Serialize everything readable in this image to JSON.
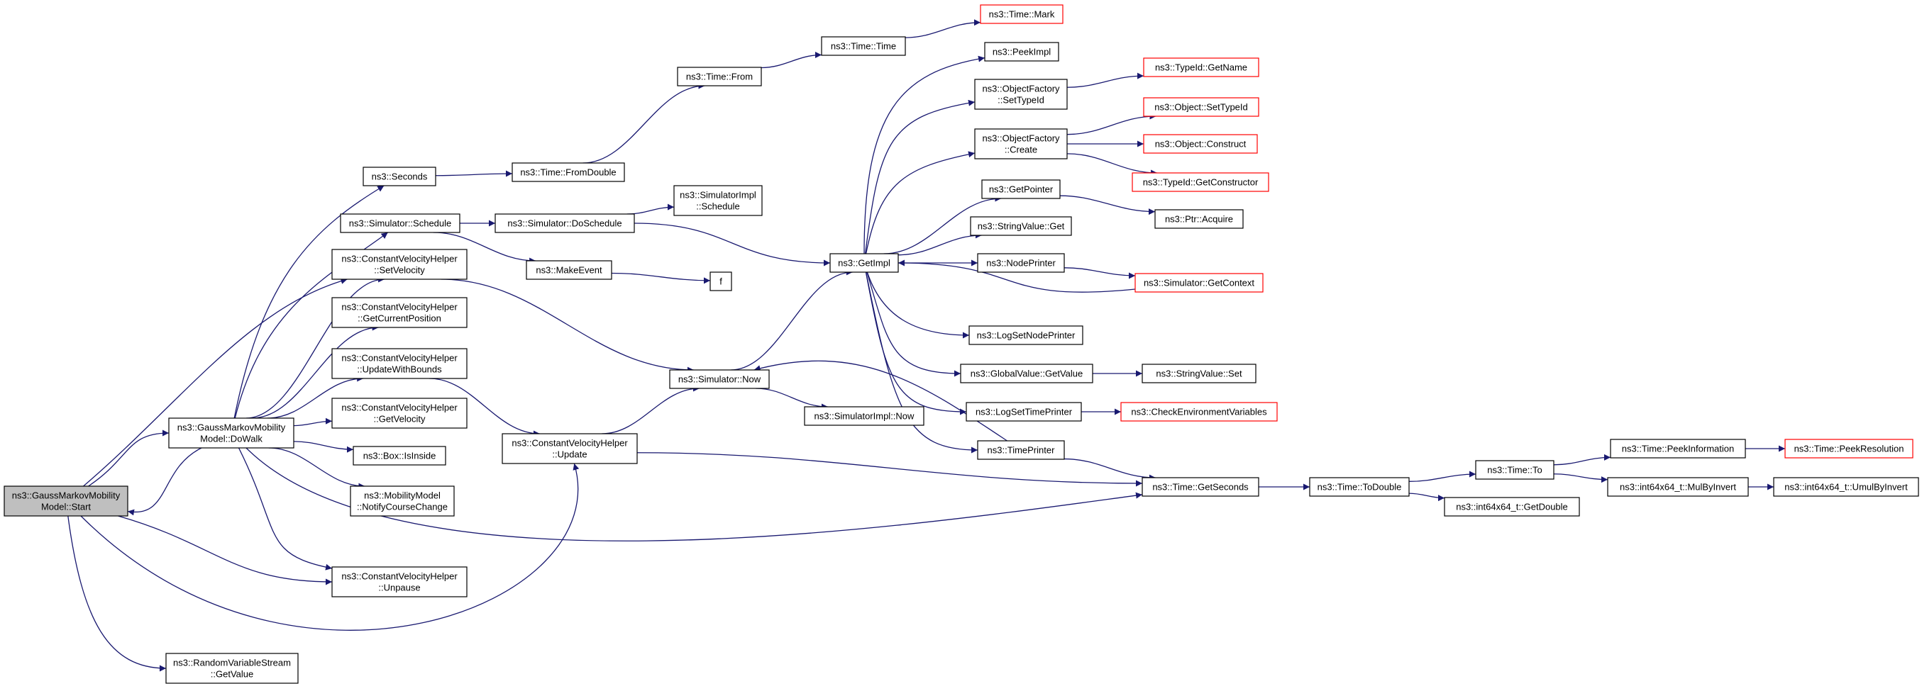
{
  "colors": {
    "edge": "#191970",
    "node_border": "#000000",
    "node_border_truncated": "#ff0000",
    "root_fill": "#bfbfbf",
    "node_fill": "#ffffff"
  },
  "nodes": [
    {
      "id": "start",
      "lines": [
        "ns3::GaussMarkovMobility",
        "Model::Start"
      ],
      "root": true
    },
    {
      "id": "dowalk",
      "lines": [
        "ns3::GaussMarkovMobility",
        "Model::DoWalk"
      ]
    },
    {
      "id": "rvs_getvalue",
      "lines": [
        "ns3::RandomVariableStream",
        "::GetValue"
      ]
    },
    {
      "id": "seconds",
      "lines": [
        "ns3::Seconds"
      ]
    },
    {
      "id": "sim_schedule",
      "lines": [
        "ns3::Simulator::Schedule"
      ]
    },
    {
      "id": "cvh_setvelocity",
      "lines": [
        "ns3::ConstantVelocityHelper",
        "::SetVelocity"
      ]
    },
    {
      "id": "cvh_getcurrentposition",
      "lines": [
        "ns3::ConstantVelocityHelper",
        "::GetCurrentPosition"
      ]
    },
    {
      "id": "cvh_updatewithbounds",
      "lines": [
        "ns3::ConstantVelocityHelper",
        "::UpdateWithBounds"
      ]
    },
    {
      "id": "cvh_getvelocity",
      "lines": [
        "ns3::ConstantVelocityHelper",
        "::GetVelocity"
      ]
    },
    {
      "id": "box_isinside",
      "lines": [
        "ns3::Box::IsInside"
      ]
    },
    {
      "id": "mm_notifycoursechange",
      "lines": [
        "ns3::MobilityModel",
        "::NotifyCourseChange"
      ]
    },
    {
      "id": "cvh_unpause",
      "lines": [
        "ns3::ConstantVelocityHelper",
        "::Unpause"
      ]
    },
    {
      "id": "time_fromdouble",
      "lines": [
        "ns3::Time::FromDouble"
      ]
    },
    {
      "id": "time_from",
      "lines": [
        "ns3::Time::From"
      ]
    },
    {
      "id": "time_time",
      "lines": [
        "ns3::Time::Time"
      ]
    },
    {
      "id": "time_mark",
      "lines": [
        "ns3::Time::Mark"
      ],
      "truncated": true
    },
    {
      "id": "sim_doschedule",
      "lines": [
        "ns3::Simulator::DoSchedule"
      ]
    },
    {
      "id": "simimpl_schedule",
      "lines": [
        "ns3::SimulatorImpl",
        "::Schedule"
      ]
    },
    {
      "id": "makeevent",
      "lines": [
        "ns3::MakeEvent"
      ]
    },
    {
      "id": "f",
      "lines": [
        "f"
      ]
    },
    {
      "id": "cvh_update",
      "lines": [
        "ns3::ConstantVelocityHelper",
        "::Update"
      ]
    },
    {
      "id": "sim_now",
      "lines": [
        "ns3::Simulator::Now"
      ]
    },
    {
      "id": "simimpl_now",
      "lines": [
        "ns3::SimulatorImpl::Now"
      ]
    },
    {
      "id": "getimpl",
      "lines": [
        "ns3::GetImpl"
      ]
    },
    {
      "id": "peekimpl",
      "lines": [
        "ns3::PeekImpl"
      ]
    },
    {
      "id": "of_settypeid",
      "lines": [
        "ns3::ObjectFactory",
        "::SetTypeId"
      ]
    },
    {
      "id": "of_create",
      "lines": [
        "ns3::ObjectFactory",
        "::Create"
      ]
    },
    {
      "id": "getpointer",
      "lines": [
        "ns3::GetPointer"
      ]
    },
    {
      "id": "stringvalue_get",
      "lines": [
        "ns3::StringValue::Get"
      ]
    },
    {
      "id": "nodeprinter",
      "lines": [
        "ns3::NodePrinter"
      ]
    },
    {
      "id": "logsetnodeprinter",
      "lines": [
        "ns3::LogSetNodePrinter"
      ]
    },
    {
      "id": "globalvalue_getvalue",
      "lines": [
        "ns3::GlobalValue::GetValue"
      ]
    },
    {
      "id": "logsettimeprinter",
      "lines": [
        "ns3::LogSetTimePrinter"
      ]
    },
    {
      "id": "timeprinter",
      "lines": [
        "ns3::TimePrinter"
      ]
    },
    {
      "id": "typeid_getname",
      "lines": [
        "ns3::TypeId::GetName"
      ],
      "truncated": true
    },
    {
      "id": "object_settypeid",
      "lines": [
        "ns3::Object::SetTypeId"
      ],
      "truncated": true
    },
    {
      "id": "object_construct",
      "lines": [
        "ns3::Object::Construct"
      ],
      "truncated": true
    },
    {
      "id": "typeid_getconstructor",
      "lines": [
        "ns3::TypeId::GetConstructor"
      ],
      "truncated": true
    },
    {
      "id": "ptr_acquire",
      "lines": [
        "ns3::Ptr::Acquire"
      ]
    },
    {
      "id": "sim_getcontext",
      "lines": [
        "ns3::Simulator::GetContext"
      ],
      "truncated": true
    },
    {
      "id": "stringvalue_set",
      "lines": [
        "ns3::StringValue::Set"
      ]
    },
    {
      "id": "checkenvvars",
      "lines": [
        "ns3::CheckEnvironmentVariables"
      ],
      "truncated": true
    },
    {
      "id": "time_getseconds",
      "lines": [
        "ns3::Time::GetSeconds"
      ]
    },
    {
      "id": "time_todouble",
      "lines": [
        "ns3::Time::ToDouble"
      ]
    },
    {
      "id": "int64_getdouble",
      "lines": [
        "ns3::int64x64_t::GetDouble"
      ]
    },
    {
      "id": "time_to",
      "lines": [
        "ns3::Time::To"
      ]
    },
    {
      "id": "time_peekinformation",
      "lines": [
        "ns3::Time::PeekInformation"
      ]
    },
    {
      "id": "time_peekresolution",
      "lines": [
        "ns3::Time::PeekResolution"
      ],
      "truncated": true
    },
    {
      "id": "int64_mulbyinvert",
      "lines": [
        "ns3::int64x64_t::MulByInvert"
      ]
    },
    {
      "id": "int64_umulbyinvert",
      "lines": [
        "ns3::int64x64_t::UmulByInvert"
      ]
    }
  ],
  "edges": [
    [
      "start",
      "dowalk"
    ],
    [
      "start",
      "rvs_getvalue"
    ],
    [
      "start",
      "cvh_setvelocity"
    ],
    [
      "start",
      "cvh_unpause"
    ],
    [
      "start",
      "cvh_update"
    ],
    [
      "dowalk",
      "start"
    ],
    [
      "dowalk",
      "seconds"
    ],
    [
      "dowalk",
      "sim_schedule"
    ],
    [
      "dowalk",
      "cvh_setvelocity"
    ],
    [
      "dowalk",
      "cvh_getcurrentposition"
    ],
    [
      "dowalk",
      "cvh_updatewithbounds"
    ],
    [
      "dowalk",
      "cvh_getvelocity"
    ],
    [
      "dowalk",
      "box_isinside"
    ],
    [
      "dowalk",
      "mm_notifycoursechange"
    ],
    [
      "dowalk",
      "cvh_unpause"
    ],
    [
      "dowalk",
      "time_getseconds"
    ],
    [
      "seconds",
      "time_fromdouble"
    ],
    [
      "time_fromdouble",
      "time_from"
    ],
    [
      "time_from",
      "time_time"
    ],
    [
      "time_time",
      "time_mark"
    ],
    [
      "sim_schedule",
      "sim_doschedule"
    ],
    [
      "sim_schedule",
      "makeevent"
    ],
    [
      "sim_doschedule",
      "simimpl_schedule"
    ],
    [
      "sim_doschedule",
      "getimpl"
    ],
    [
      "makeevent",
      "f"
    ],
    [
      "cvh_setvelocity",
      "sim_now"
    ],
    [
      "cvh_updatewithbounds",
      "cvh_update"
    ],
    [
      "cvh_update",
      "sim_now"
    ],
    [
      "cvh_update",
      "time_getseconds"
    ],
    [
      "sim_now",
      "getimpl"
    ],
    [
      "sim_now",
      "simimpl_now"
    ],
    [
      "getimpl",
      "peekimpl"
    ],
    [
      "getimpl",
      "of_settypeid"
    ],
    [
      "getimpl",
      "of_create"
    ],
    [
      "getimpl",
      "getpointer"
    ],
    [
      "getimpl",
      "stringvalue_get"
    ],
    [
      "getimpl",
      "nodeprinter"
    ],
    [
      "getimpl",
      "logsetnodeprinter"
    ],
    [
      "getimpl",
      "globalvalue_getvalue"
    ],
    [
      "getimpl",
      "logsettimeprinter"
    ],
    [
      "getimpl",
      "timeprinter"
    ],
    [
      "of_settypeid",
      "typeid_getname"
    ],
    [
      "of_create",
      "object_settypeid"
    ],
    [
      "of_create",
      "object_construct"
    ],
    [
      "of_create",
      "typeid_getconstructor"
    ],
    [
      "getpointer",
      "ptr_acquire"
    ],
    [
      "nodeprinter",
      "sim_getcontext"
    ],
    [
      "sim_getcontext",
      "getimpl"
    ],
    [
      "globalvalue_getvalue",
      "stringvalue_set"
    ],
    [
      "logsettimeprinter",
      "checkenvvars"
    ],
    [
      "timeprinter",
      "sim_now"
    ],
    [
      "timeprinter",
      "time_getseconds"
    ],
    [
      "time_getseconds",
      "time_todouble"
    ],
    [
      "time_todouble",
      "time_to"
    ],
    [
      "time_todouble",
      "int64_getdouble"
    ],
    [
      "time_to",
      "time_peekinformation"
    ],
    [
      "time_to",
      "int64_mulbyinvert"
    ],
    [
      "time_peekinformation",
      "time_peekresolution"
    ],
    [
      "int64_mulbyinvert",
      "int64_umulbyinvert"
    ]
  ]
}
